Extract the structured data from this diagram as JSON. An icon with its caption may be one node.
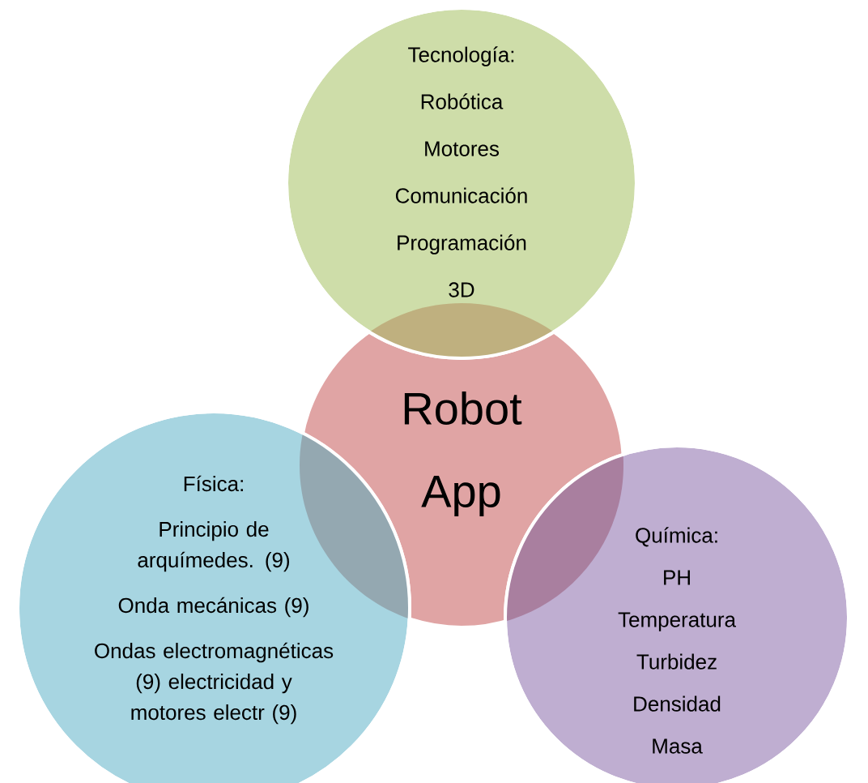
{
  "diagram": {
    "nodes": [
      {
        "text": [
          "Tecnología:",
          "Robótica",
          "Motores",
          "Comunicación",
          "Programación",
          "3D"
        ]
      },
      {
        "text": [
          "Robot App"
        ]
      },
      {
        "text": [
          "Física:",
          "Principio de arquímedes. (9)",
          "Onda mecánicas (9)",
          "Ondas electromagnéticas (9) electricidad y motores electr (9)"
        ]
      },
      {
        "text": [
          "Química:",
          "PH",
          "Temperatura",
          "Turbidez",
          "Densidad",
          "Masa"
        ]
      }
    ]
  }
}
